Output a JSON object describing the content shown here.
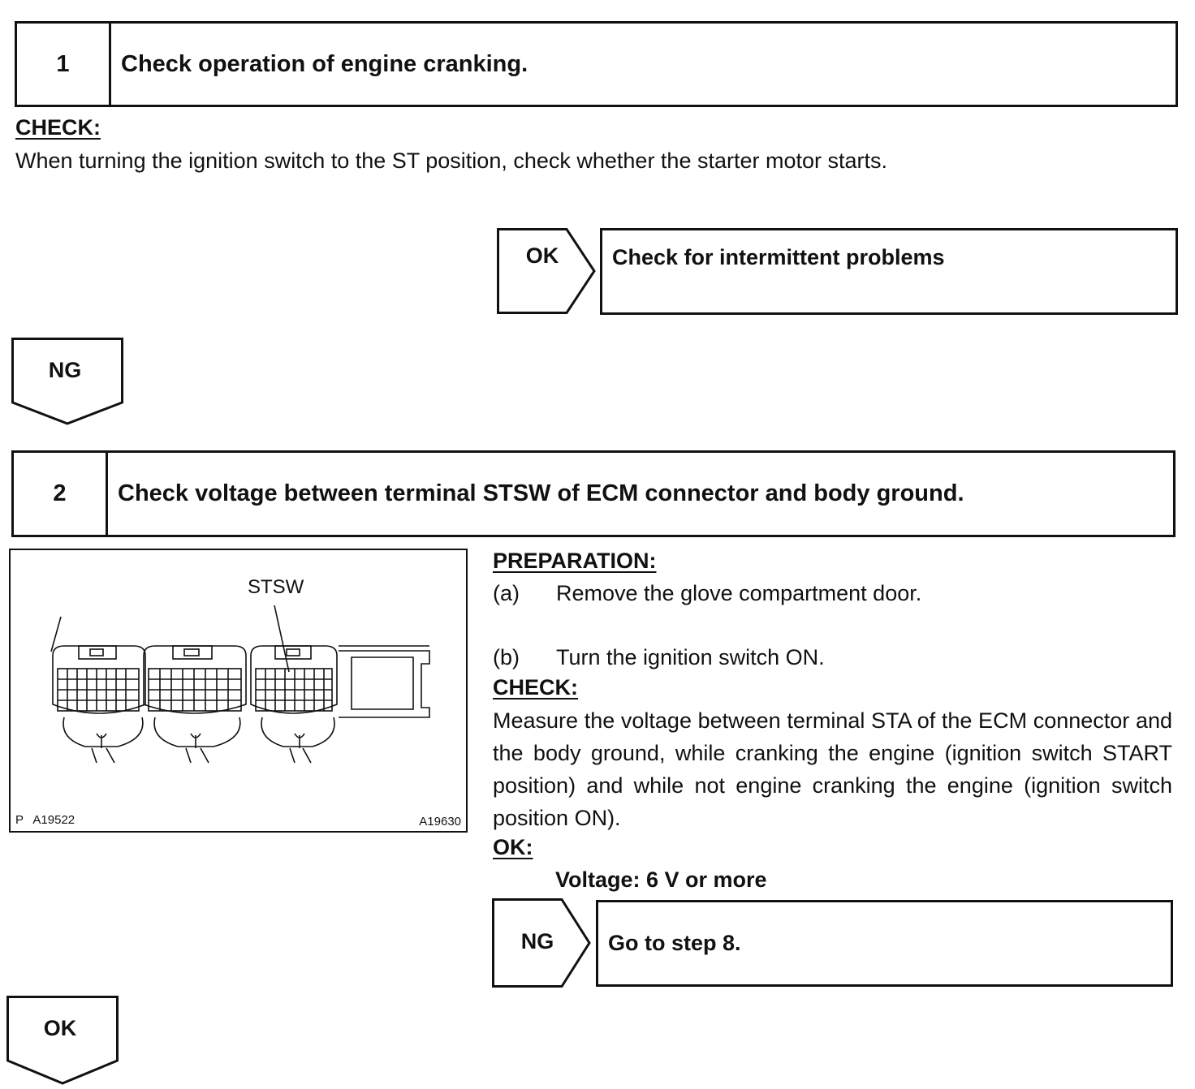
{
  "step1": {
    "number": "1",
    "title": "Check operation of engine cranking.",
    "check_label": "CHECK:",
    "check_text": "When turning the ignition switch to the ST position, check whether the starter motor starts.",
    "ok_arrow_label": "OK",
    "ok_result": "Check for intermittent problems",
    "ng_arrow_label": "NG"
  },
  "step2": {
    "number": "2",
    "title": "Check voltage between terminal STSW of ECM connector and body ground.",
    "figure": {
      "callout": "STSW",
      "code_left": "P   A19522",
      "code_right": "A19630"
    },
    "preparation_label": "PREPARATION:",
    "prep_a_marker": "(a)",
    "prep_a_text": "Remove the glove compartment door.",
    "prep_b_marker": "(b)",
    "prep_b_text": "Turn the ignition switch ON.",
    "check_label": "CHECK:",
    "check_text": "Measure the voltage between terminal STA of the ECM connector and the body ground, while cranking the engine (ignition switch START position) and while not engine cranking the engine (ignition switch position ON).",
    "ok_label": "OK:",
    "ok_spec": "Voltage: 6 V or more",
    "ng_arrow_label": "NG",
    "ng_result": "Go to step 8.",
    "ok_arrow_label": "OK"
  }
}
